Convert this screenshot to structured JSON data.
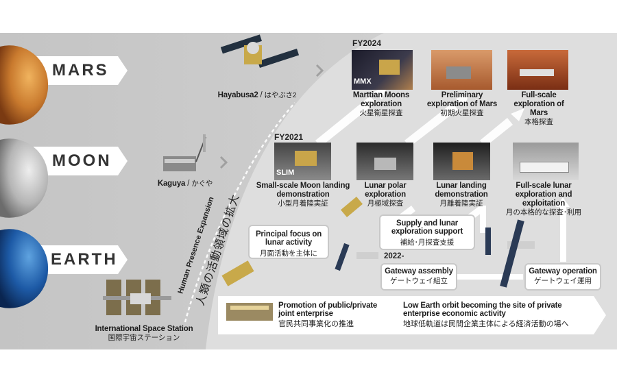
{
  "planets": {
    "mars": {
      "label": "MARS"
    },
    "moon": {
      "label": "MOON"
    },
    "earth": {
      "label": "EARTH"
    }
  },
  "spacecraft": {
    "hayabusa2": {
      "en": "Hayabusa2",
      "sep": " / ",
      "jp": "はやぶさ2"
    },
    "kaguya": {
      "en": "Kaguya",
      "sep": " / ",
      "jp": "かぐや"
    },
    "iss": {
      "en": "International Space Station",
      "jp": "国際宇宙ステーション"
    }
  },
  "mars_track": {
    "fy": "FY2024",
    "badge": "MMX",
    "steps": [
      {
        "en": "Marttian Moons exploration",
        "jp": "火星衛星探査"
      },
      {
        "en": "Preliminary exploration of Mars",
        "jp": "初期火星探査"
      },
      {
        "en": "Full-scale exploration of Mars",
        "jp": "本格探査"
      }
    ]
  },
  "moon_track": {
    "fy": "FY2021",
    "badge": "SLIM",
    "steps": [
      {
        "en": "Small-scale Moon landing demonstration",
        "jp": "小型月着陸実証"
      },
      {
        "en": "Lunar polar exploration",
        "jp": "月極域探査"
      },
      {
        "en": "Lunar landing demonstration",
        "jp": "月離着陸実証"
      },
      {
        "en": "Full-scale lunar exploration and exploitation",
        "jp": "月の本格的な探査･利用"
      }
    ]
  },
  "boxes": {
    "principal_focus": {
      "en": "Principal focus on lunar activity",
      "jp": "月面活動を主体に"
    },
    "supply": {
      "en": "Supply and lunar exploration support",
      "jp": "補給･月探査支援"
    },
    "gateway_assembly": {
      "en": "Gateway assembly",
      "jp": "ゲートウェイ組立"
    },
    "gateway_operation": {
      "en": "Gateway operation",
      "jp": "ゲートウェイ運用"
    },
    "year_2022": "2022-"
  },
  "bottom": {
    "promotion": {
      "en": "Promotion of public/private joint enterprise",
      "jp": "官民共同事業化の推進"
    },
    "leo": {
      "en": "Low Earth orbit becoming the site of private enterprise economic activity",
      "jp": "地球低軌道は民間企業主体による経済活動の場へ"
    }
  },
  "expansion": {
    "en": "Human Presence Expansion",
    "jp": "人類の活動領域の拡大"
  },
  "colors": {
    "band": "#cfcfcf",
    "curve": "#dcdcdc",
    "arrow": "#ffffff",
    "chevron": "#a8a8a8"
  }
}
